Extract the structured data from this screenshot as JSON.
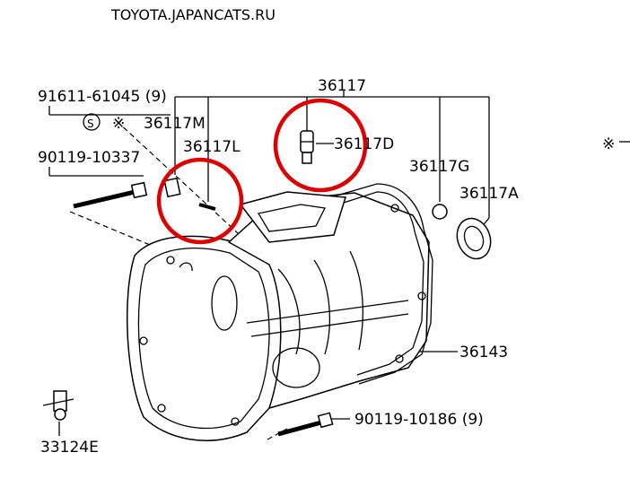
{
  "watermark": "TOYOTA.JAPANCATS.RU",
  "labels": {
    "l36117": "36117",
    "l91611": "91611-61045 (9)",
    "l36117M": "36117M",
    "l36117L": "36117L",
    "l36117D": "36117D",
    "l90119a": "90119-10337",
    "l36117G": "36117G",
    "l36117A": "36117A",
    "l36143": "36143",
    "l90119b": "90119-10186 (9)",
    "l33124E": "33124E",
    "circleS": "S",
    "markStar": "※",
    "markEdge": "※"
  },
  "colors": {
    "highlight_ring": "#e00000",
    "line": "#000000"
  }
}
